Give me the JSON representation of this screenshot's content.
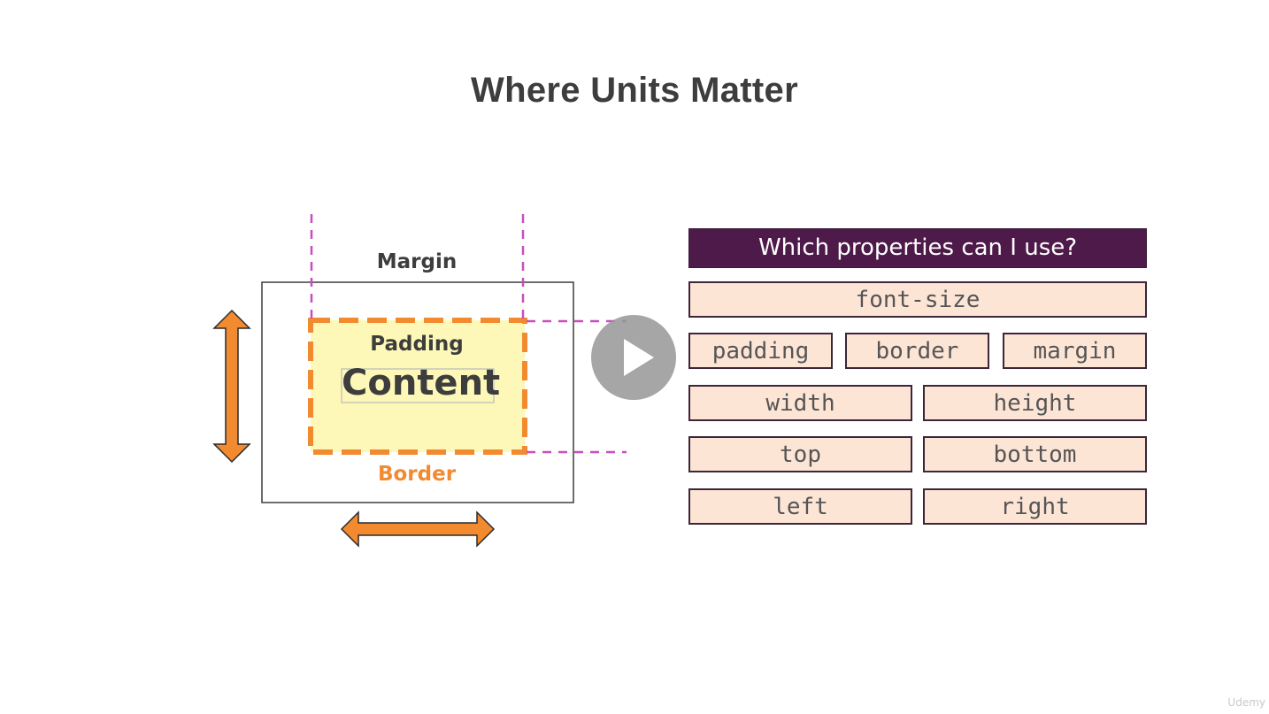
{
  "title": "Where Units Matter",
  "diagram": {
    "margin_label": "Margin",
    "padding_label": "Padding",
    "content_label": "Content",
    "border_label": "Border",
    "colors": {
      "border_orange": "#f28a30",
      "margin_guides": "#c64fbc",
      "padding_fill": "#fdf8b8",
      "outline": "#3d3d3d"
    }
  },
  "player": {
    "play_icon": "play-icon"
  },
  "properties": {
    "header": "Which properties can I use?",
    "header_color": "#4e1a49",
    "cell_color": "#fde5d6",
    "rows": [
      [
        "font-size"
      ],
      [
        "padding",
        "border",
        "margin"
      ],
      [
        "width",
        "height"
      ],
      [
        "top",
        "bottom"
      ],
      [
        "left",
        "right"
      ]
    ]
  },
  "watermark": "Udemy"
}
